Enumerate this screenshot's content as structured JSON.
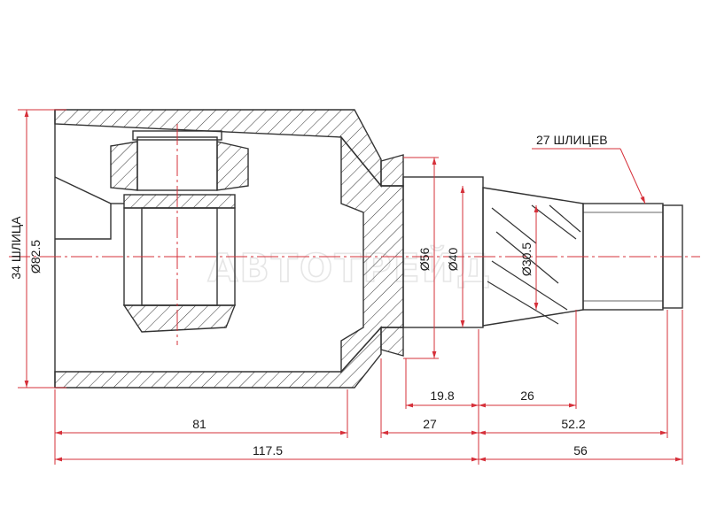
{
  "watermark": "АВТОТРЕЙД",
  "callout": {
    "splines_outer": "27 ШЛИЦЕВ"
  },
  "side_labels": {
    "splines_inner": "34 ШЛИЦА",
    "outer_diameter": "Ø82.5"
  },
  "diameters": {
    "d56": "Ø56",
    "d40": "Ø40",
    "d30_5": "Ø30.5"
  },
  "dimensions": {
    "d19_8": "19.8",
    "d26": "26",
    "d81": "81",
    "d27": "27",
    "d52_2": "52.2",
    "d117_5": "117.5",
    "d56": "56"
  },
  "colors": {
    "dimension": "#d6303a",
    "outline": "#333333",
    "watermark": "#e6e6e6"
  }
}
